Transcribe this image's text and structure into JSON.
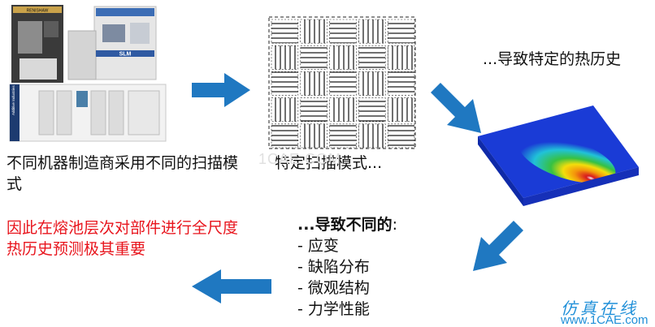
{
  "machines": {
    "labels": [
      "SLM",
      "Additive Industries",
      "RENISHAW"
    ],
    "caption": "不同机器制造商采用不同的扫描模式"
  },
  "scan_pattern": {
    "caption": "特定扫描模式..."
  },
  "thermal": {
    "caption": "...导致特定的热历史"
  },
  "consequences": {
    "heading": "...导致不同的",
    "heading_suffix": ":",
    "items": [
      "- 应变",
      "- 缺陷分布",
      "- 微观结构",
      "- 力学性能"
    ]
  },
  "conclusion": {
    "text": "因此在熔池层次对部件进行全尺度热历史预测极其重要"
  },
  "watermark": {
    "cn": "仿真在线",
    "url": "www.1CAE.com",
    "faint": "1CAE.COM"
  },
  "colors": {
    "arrow": "#1f78c1",
    "red_text": "#e8141c",
    "plate_blue": "#1a3bd6"
  }
}
